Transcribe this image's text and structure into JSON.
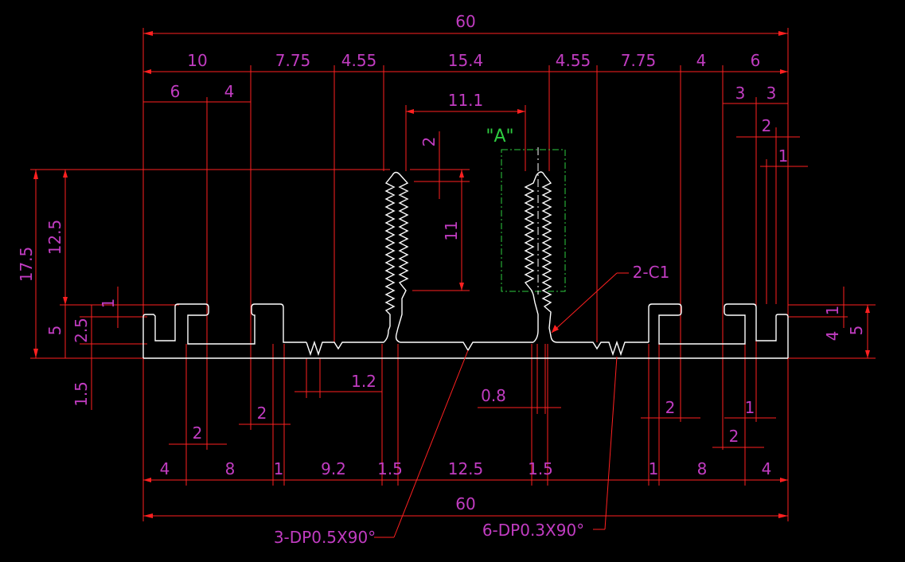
{
  "drawing": {
    "background": "#000000",
    "dimension_color": "#c13cc1",
    "line_color": "#ff2020",
    "profile_color": "#ffffff",
    "detail_color": "#2ecc40"
  },
  "top_dims": {
    "overall": "60",
    "row1": [
      "10",
      "7.75",
      "4.55",
      "15.4",
      "4.55",
      "7.75",
      "4",
      "6"
    ],
    "left_split": [
      "6",
      "4"
    ],
    "center": "11.1",
    "right_split": [
      "3",
      "3"
    ],
    "right_small": [
      "2",
      "1"
    ],
    "detail_label": "\"A\"",
    "rib_gap": "2",
    "rib_height": "11"
  },
  "left_dims": {
    "total_height": "17.5",
    "upper_height": "12.5",
    "base_height": "5",
    "lip": "1",
    "mid": "2.5",
    "bottom": "1.5"
  },
  "right_dims": {
    "lip": "1",
    "inner": "4",
    "outer": "5"
  },
  "mid_dims": {
    "groove": "1.2",
    "gap": "0.8",
    "chamfer": "2-C1",
    "left_2a": "2",
    "left_2b": "2",
    "right_2a": "2",
    "right_1": "1",
    "right_2b": "2"
  },
  "bottom_dims": {
    "row": [
      "4",
      "8",
      "1",
      "9.2",
      "1.5",
      "12.5",
      "1.5",
      "1",
      "8",
      "4"
    ],
    "overall": "60"
  },
  "notes": {
    "left_note": "3-DP0.5X90°",
    "right_note": "6-DP0.3X90°"
  }
}
